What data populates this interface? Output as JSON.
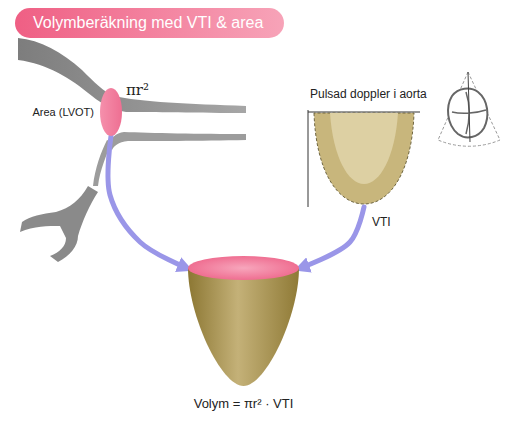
{
  "diagram": {
    "title": "Volymberäkning med VTI & area",
    "nodes": [
      {
        "text": [
          "Area (LVOT)",
          "πr²"
        ]
      },
      {
        "text": [
          "Pulsad doppler i aorta",
          "VTI"
        ]
      },
      {
        "text": [
          "Volym = πr² · VTI"
        ]
      }
    ],
    "edges": [
      {
        "from": 0,
        "to": 2,
        "arrow": "to"
      },
      {
        "from": 1,
        "to": 2,
        "arrow": "to"
      }
    ]
  }
}
